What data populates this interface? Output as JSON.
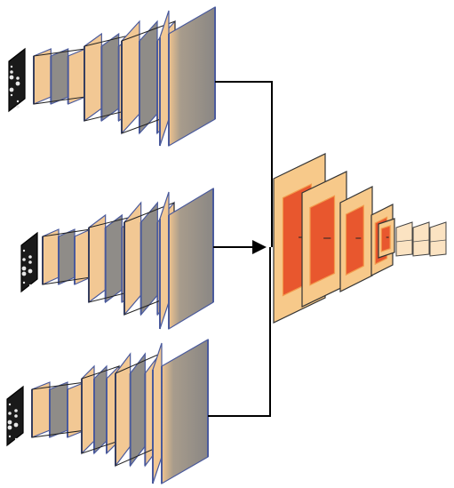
{
  "diagram": {
    "description_free": true,
    "branches": [
      {
        "name": "branch-1",
        "layers": [
          {
            "kind": "input-image"
          },
          {
            "kind": "conv-block",
            "slices": 3
          },
          {
            "kind": "conv-block",
            "slices": 3
          },
          {
            "kind": "conv-block",
            "slices": 3
          },
          {
            "kind": "conv-block",
            "slices": 2
          }
        ]
      },
      {
        "name": "branch-2",
        "layers": [
          {
            "kind": "input-image"
          },
          {
            "kind": "conv-block",
            "slices": 3
          },
          {
            "kind": "conv-block",
            "slices": 3
          },
          {
            "kind": "conv-block",
            "slices": 3
          },
          {
            "kind": "conv-block",
            "slices": 2
          }
        ]
      },
      {
        "name": "branch-3",
        "layers": [
          {
            "kind": "input-image"
          },
          {
            "kind": "conv-block",
            "slices": 3
          },
          {
            "kind": "conv-block",
            "slices": 3
          },
          {
            "kind": "conv-block",
            "slices": 3
          },
          {
            "kind": "conv-block",
            "slices": 2
          }
        ]
      }
    ],
    "fusion_network": {
      "stages": 5,
      "output_units": 3
    },
    "colors": {
      "slice_tan": "#f2c894",
      "slice_gray": "#8f8c88",
      "slice_blue_edge": "#4a5a9c",
      "fusion_light": "#f7c98a",
      "fusion_red": "#e8572e",
      "fusion_orange": "#f39a4c",
      "arrow": "#000000",
      "image_dark": "#1a1a1a"
    }
  }
}
